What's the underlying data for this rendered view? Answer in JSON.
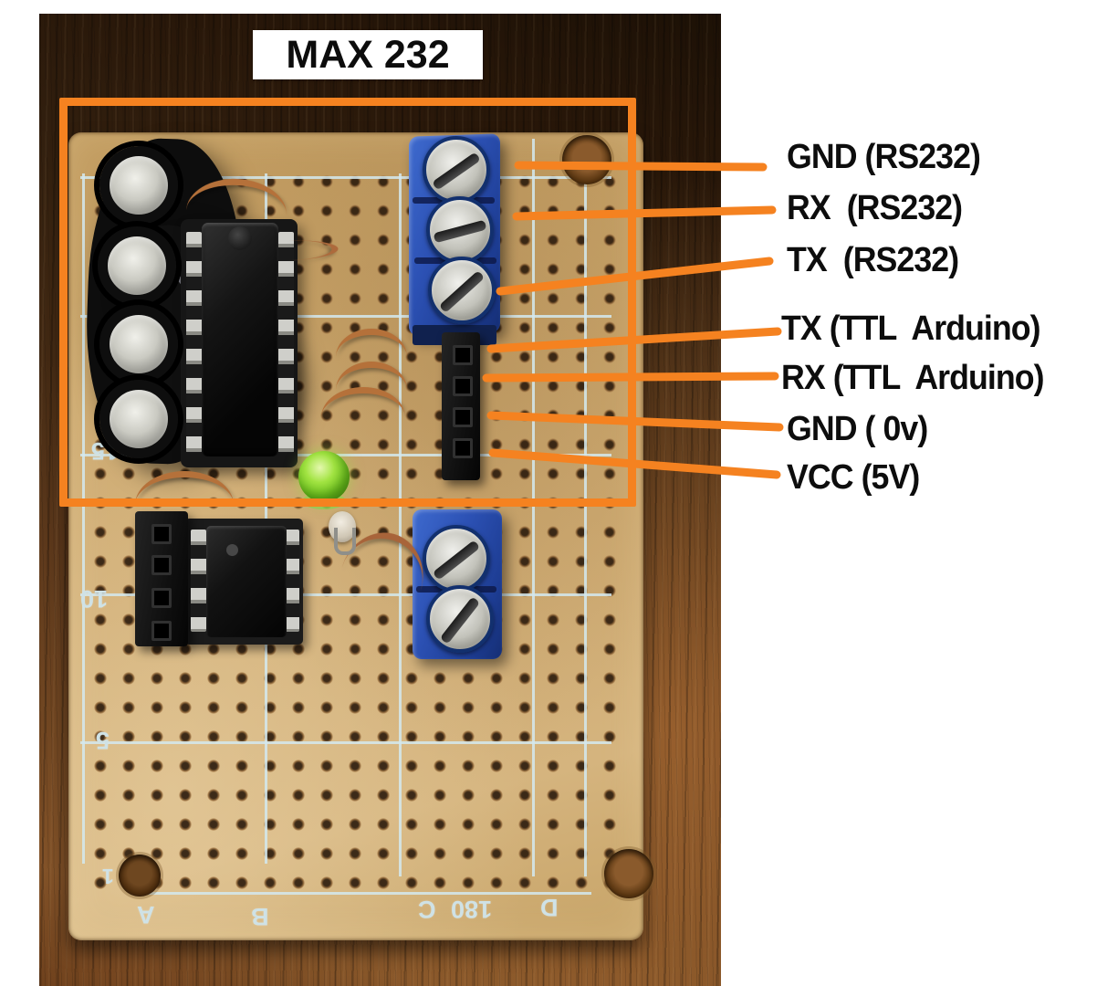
{
  "title": {
    "text": "MAX 232"
  },
  "annotations": {
    "accent_color": "#F58220",
    "labels": [
      {
        "id": "gnd-rs232",
        "text": "GND (RS232)"
      },
      {
        "id": "rx-rs232",
        "text": "RX  (RS232)"
      },
      {
        "id": "tx-rs232",
        "text": "TX  (RS232)"
      },
      {
        "id": "tx-ttl",
        "text": "TX (TTL  Arduino)"
      },
      {
        "id": "rx-ttl",
        "text": "RX (TTL  Arduino)"
      },
      {
        "id": "gnd-0v",
        "text": "GND ( 0v)"
      },
      {
        "id": "vcc-5v",
        "text": "VCC (5V)"
      }
    ]
  },
  "board": {
    "substrate_color": "#CDAA72",
    "grid_color": "#D4E9EE",
    "row_labels": [
      {
        "text": "15"
      },
      {
        "text": "10"
      },
      {
        "text": "5"
      },
      {
        "text": "1"
      }
    ],
    "col_labels": [
      {
        "text": "A"
      },
      {
        "text": "B"
      },
      {
        "text": "C"
      },
      {
        "text": "180"
      },
      {
        "text": "D"
      }
    ]
  }
}
